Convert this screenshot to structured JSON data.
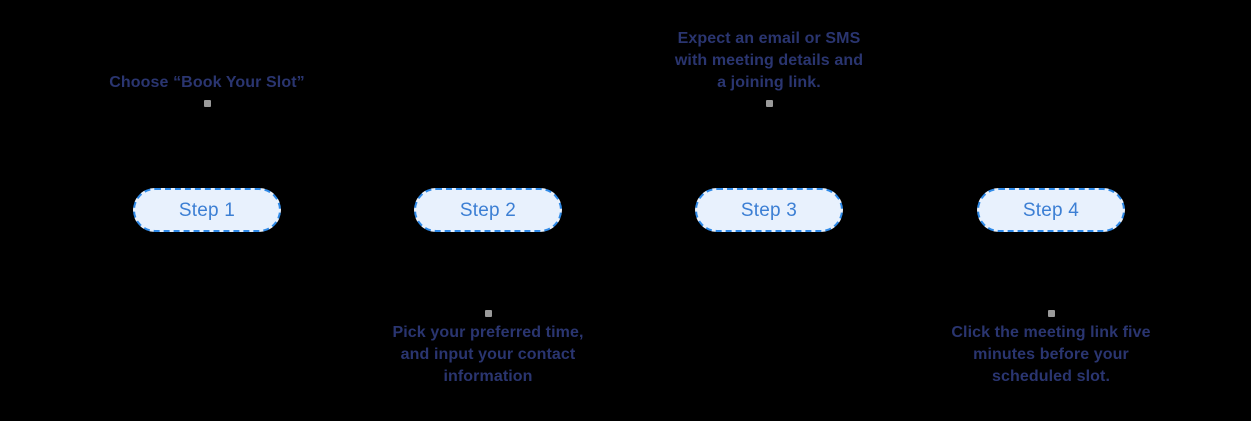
{
  "diagram": {
    "type": "process-flow",
    "background_color": "#000000",
    "node_fill_color": "#e8f1fd",
    "node_border_color": "#2f8ae8",
    "node_label_color": "#3c7fd4",
    "caption_color": "#2a3570",
    "connector_dot_color": "#9a9a9a",
    "steps": [
      {
        "id": "step-1",
        "label": "Step 1",
        "caption_position": "above",
        "caption_lines": [
          "Choose “Book Your Slot”"
        ]
      },
      {
        "id": "step-2",
        "label": "Step 2",
        "caption_position": "below",
        "caption_lines": [
          "Pick your preferred time,",
          "and input your contact",
          "information"
        ]
      },
      {
        "id": "step-3",
        "label": "Step 3",
        "caption_position": "above",
        "caption_lines": [
          "Expect an email or SMS",
          "with meeting details and",
          "a joining link."
        ]
      },
      {
        "id": "step-4",
        "label": "Step 4",
        "caption_position": "below",
        "caption_lines": [
          "Click the meeting link five",
          "minutes before your",
          "scheduled slot."
        ]
      }
    ]
  }
}
